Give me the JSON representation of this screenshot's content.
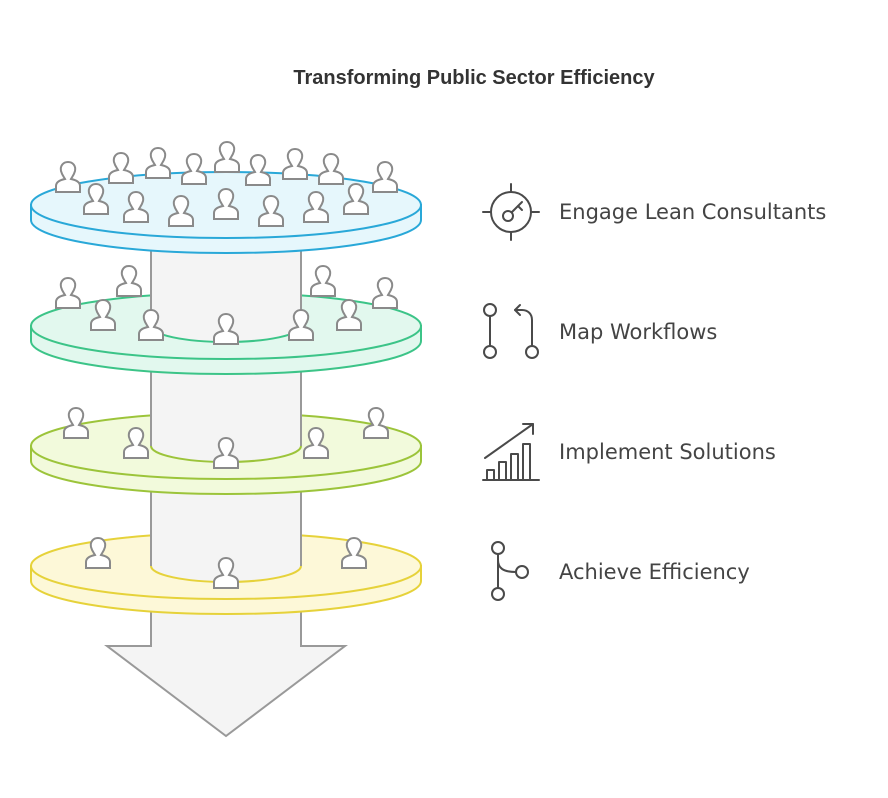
{
  "title": "Transforming Public Sector Efficiency",
  "stages": [
    {
      "label": "Engage Lean Consultants",
      "icon": "target-key-icon",
      "color": "#29a8d8",
      "fill": "#e6f7fc"
    },
    {
      "label": "Map Workflows",
      "icon": "workflow-icon",
      "color": "#3cc488",
      "fill": "#e2f8ee"
    },
    {
      "label": "Implement Solutions",
      "icon": "growth-chart-icon",
      "color": "#9cc43a",
      "fill": "#f2fadc"
    },
    {
      "label": "Achieve Efficiency",
      "icon": "branch-icon",
      "color": "#e6d23a",
      "fill": "#fdf8d8"
    }
  ],
  "colors": {
    "arrow_fill": "#f4f4f4",
    "arrow_stroke": "#999999",
    "person_stroke": "#8a8a8a",
    "text": "#444444"
  }
}
